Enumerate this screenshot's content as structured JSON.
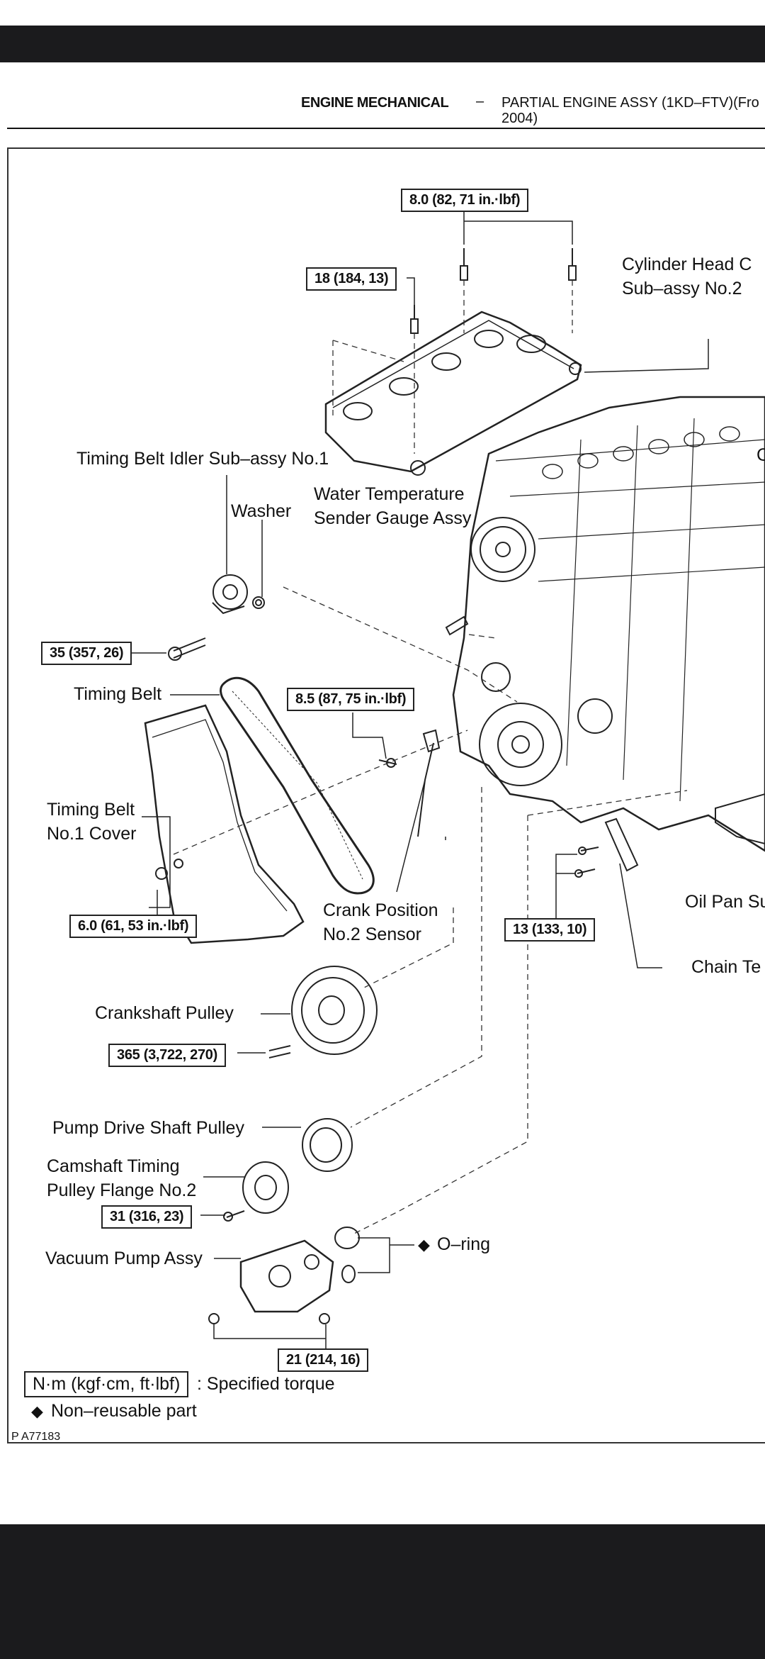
{
  "header": {
    "section": "ENGINE MECHANICAL",
    "dash": "–",
    "subtitle_line1": "PARTIAL ENGINE ASSY (1KD–FTV)(Fro",
    "subtitle_line2": "2004)"
  },
  "labels": {
    "cylinder_head_line1": "Cylinder Head C",
    "cylinder_head_line2": "Sub–assy No.2",
    "cut_c": "C",
    "idler": "Timing Belt Idler Sub–assy No.1",
    "washer": "Washer",
    "water_temp_line1": "Water Temperature",
    "water_temp_line2": "Sender Gauge Assy",
    "timing_belt": "Timing Belt",
    "cover_line1": "Timing Belt",
    "cover_line2": "No.1 Cover",
    "crank_sensor_line1": "Crank Position",
    "crank_sensor_line2": "No.2 Sensor",
    "oil_pan": "Oil Pan Su",
    "chain_tensioner": "Chain Te",
    "crank_pulley": "Crankshaft Pulley",
    "pump_drive": "Pump Drive Shaft Pulley",
    "flange_line1": "Camshaft Timing",
    "flange_line2": "Pulley Flange No.2",
    "vacuum_pump": "Vacuum Pump Assy",
    "oring_symbol": "◆",
    "oring": "O–ring"
  },
  "torques": {
    "t1": "8.0 (82, 71 in.·lbf)",
    "t2": "18 (184, 13)",
    "t3": "35 (357, 26)",
    "t4": "8.5 (87, 75 in.·lbf)",
    "t5": "6.0 (61, 53 in.·lbf)",
    "t6": "13 (133, 10)",
    "t7": "365 (3,722, 270)",
    "t8": "31 (316, 23)",
    "t9": "21 (214, 16)"
  },
  "legend": {
    "unit_box": "N·m (kgf·cm, ft·lbf)",
    "unit_text": ": Specified torque",
    "diamond": "◆",
    "nonreusable": "Non–reusable part",
    "figure_id": "P  A77183"
  }
}
